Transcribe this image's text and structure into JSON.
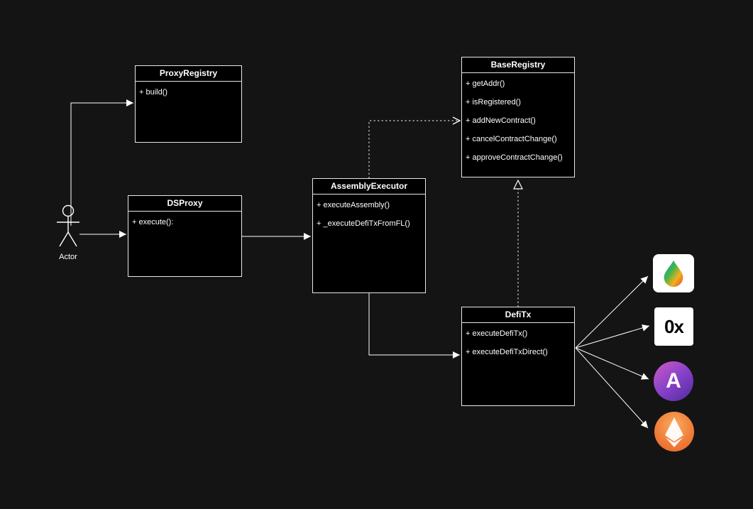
{
  "colors": {
    "background": "#141414",
    "box_fill": "#000000",
    "box_border": "#e8e8e8",
    "text": "#ffffff",
    "line": "#ffffff"
  },
  "actor": {
    "label": "Actor"
  },
  "classes": [
    {
      "name": "ProxyRegistry",
      "methods": [
        "+ build()"
      ]
    },
    {
      "name": "DSProxy",
      "methods": [
        "+ execute():"
      ]
    },
    {
      "name": "AssemblyExecutor",
      "methods": [
        "+ executeAssembly()",
        "+ _executeDefiTxFromFL()"
      ]
    },
    {
      "name": "BaseRegistry",
      "methods": [
        "+ getAddr()",
        "+ isRegistered()",
        "+ addNewContract()",
        "+ cancelContractChange()",
        "+ approveContractChange()"
      ]
    },
    {
      "name": "DefiTx",
      "methods": [
        "+ executeDefiTx()",
        "+ executeDefiTxDirect()"
      ]
    }
  ],
  "icons": [
    {
      "name": "defisaver-icon"
    },
    {
      "name": "0x-icon",
      "label": "0x"
    },
    {
      "name": "aave-icon",
      "label": "A"
    },
    {
      "name": "ethereum-icon"
    }
  ],
  "relations": [
    {
      "from": "Actor",
      "to": "ProxyRegistry",
      "type": "solid-arrow"
    },
    {
      "from": "Actor",
      "to": "DSProxy",
      "type": "solid-arrow"
    },
    {
      "from": "DSProxy",
      "to": "AssemblyExecutor",
      "type": "solid-arrow"
    },
    {
      "from": "AssemblyExecutor",
      "to": "BaseRegistry",
      "type": "dotted-dependency-arrow"
    },
    {
      "from": "DefiTx",
      "to": "BaseRegistry",
      "type": "dotted-realization-triangle"
    },
    {
      "from": "AssemblyExecutor",
      "to": "DefiTx",
      "type": "solid-arrow"
    },
    {
      "from": "DefiTx",
      "to": "defisaver-icon",
      "type": "solid-arrow"
    },
    {
      "from": "DefiTx",
      "to": "0x-icon",
      "type": "solid-arrow"
    },
    {
      "from": "DefiTx",
      "to": "aave-icon",
      "type": "solid-arrow"
    },
    {
      "from": "DefiTx",
      "to": "ethereum-icon",
      "type": "solid-arrow"
    }
  ]
}
